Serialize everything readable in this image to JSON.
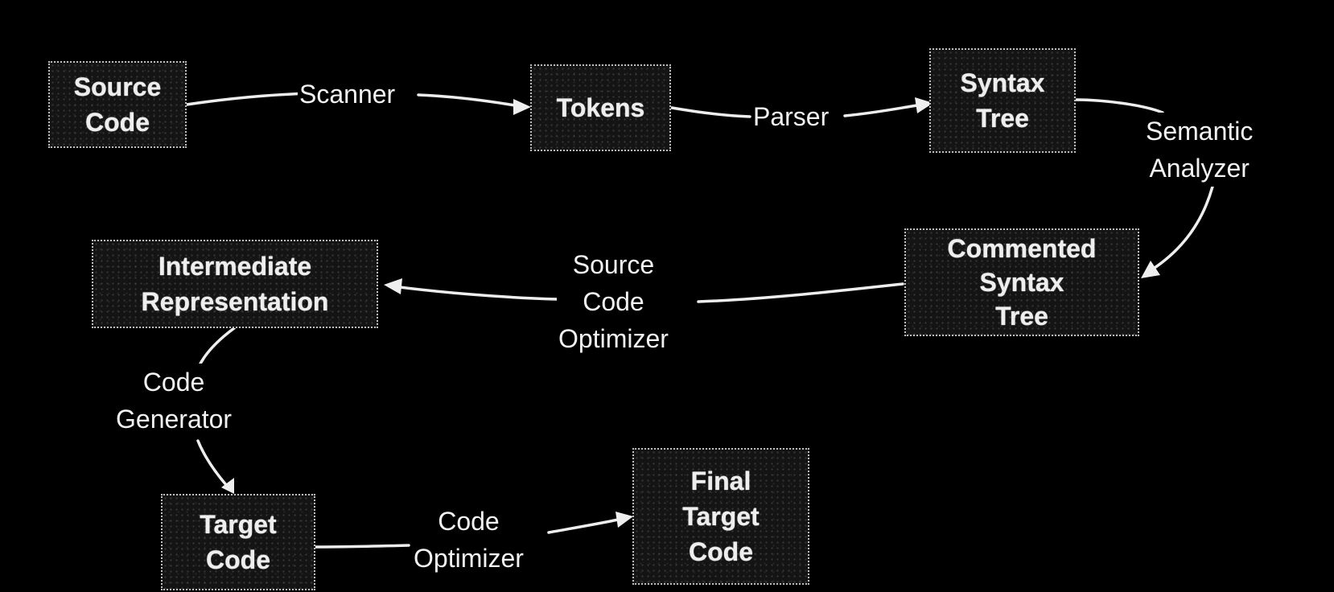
{
  "nodes": {
    "source_code": "Source\nCode",
    "tokens": "Tokens",
    "syntax_tree": "Syntax\nTree",
    "commented_syntax_tree": "Commented\nSyntax\nTree",
    "intermediate_representation": "Intermediate\nRepresentation",
    "target_code": "Target\nCode",
    "final_target_code": "Final\nTarget\nCode"
  },
  "edges": {
    "scanner": "Scanner",
    "parser": "Parser",
    "semantic_analyzer": "Semantic\nAnalyzer",
    "source_code_optimizer": "Source\nCode\nOptimizer",
    "code_generator": "Code\nGenerator",
    "code_optimizer": "Code\nOptimizer"
  },
  "colors": {
    "background": "#000000",
    "foreground": "#eeeeee",
    "node_border": "#bdbdbd"
  }
}
